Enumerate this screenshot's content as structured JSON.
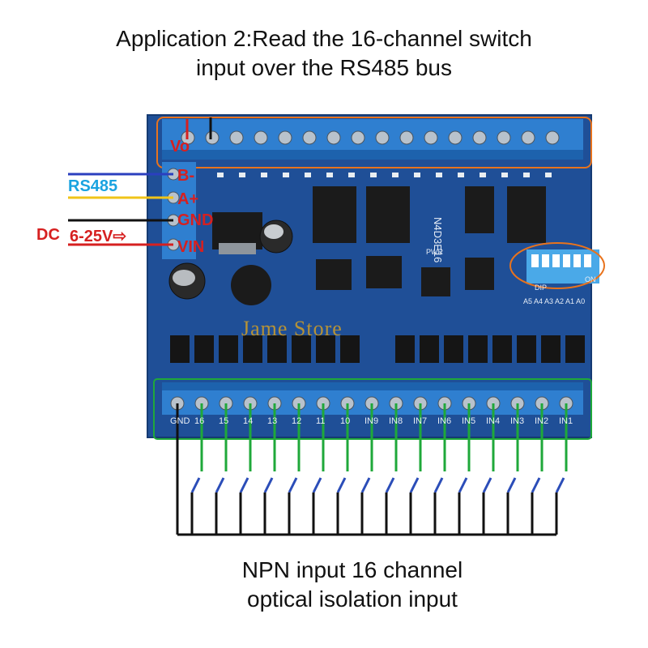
{
  "title": {
    "line1": "Application 2:Read the 16-channel switch",
    "line2": "input over the RS485 bus"
  },
  "caption": {
    "line1": "NPN input 16 channel",
    "line2": "optical isolation input"
  },
  "labels": {
    "rs485": "RS485",
    "dc": "DC",
    "voltage": "6-25V⇨"
  },
  "pins": {
    "vo": "Vo",
    "b": "B-",
    "a": "A+",
    "gnd": "GND",
    "vin": "VIN"
  },
  "board": {
    "model": "N4D3E16",
    "pwr": "PWR",
    "dip_label": "DIP",
    "dip_on": "ON",
    "address_pins": "A5 A4 A3 A2 A1 A0",
    "input_terminals": [
      "GND",
      "16",
      "15",
      "14",
      "13",
      "12",
      "11",
      "10",
      "IN9",
      "IN8",
      "IN7",
      "IN6",
      "IN5",
      "IN4",
      "IN3",
      "IN2",
      "IN1"
    ]
  },
  "watermark": "Jame Store",
  "colors": {
    "board": "#1f4f97",
    "terminal": "#2f7fd0",
    "highlight": "#e8731d",
    "green_wire": "#1fa83a",
    "switch": "#2b4db8",
    "rs485": "#1aa3e0",
    "dc": "#d62020"
  }
}
